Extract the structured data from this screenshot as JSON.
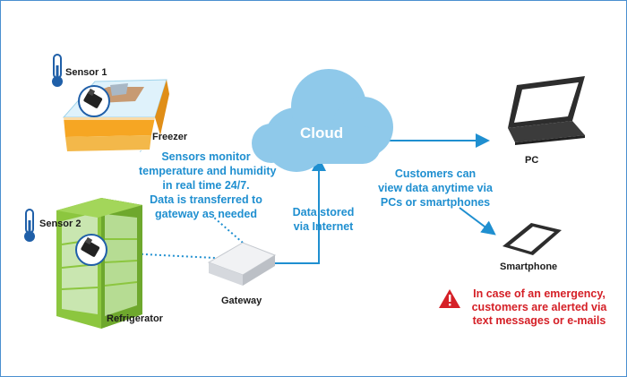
{
  "labels": {
    "sensor1": "Sensor 1",
    "sensor2": "Sensor 2",
    "freezer": "Freezer",
    "refrigerator": "Refrigerator",
    "gateway": "Gateway",
    "cloud": "Cloud",
    "pc": "PC",
    "smartphone": "Smartphone"
  },
  "notes": {
    "sensors_monitor": [
      "Sensors monitor",
      "temperature and humidity",
      "in real time 24/7.",
      "Data is transferred to",
      "gateway as needed"
    ],
    "data_stored": [
      "Data stored",
      "via Internet"
    ],
    "customers_view": [
      "Customers can",
      "view data anytime via",
      "PCs or smartphones"
    ],
    "emergency": [
      "In case of an emergency,",
      "customers are alerted via",
      "text messages or e-mails"
    ]
  },
  "colors": {
    "accent_blue": "#1f8fd0",
    "cloud_blue": "#8fc9ea",
    "alert_red": "#d52027",
    "fridge_green": "#8cc63f",
    "freezer_orange": "#f6a623",
    "border_blue": "#4a8fd0"
  },
  "icons": [
    "thermometer-icon",
    "sensor-device-icon",
    "freezer-icon",
    "refrigerator-icon",
    "gateway-router-icon",
    "cloud-icon",
    "laptop-icon",
    "smartphone-icon",
    "warning-icon"
  ]
}
